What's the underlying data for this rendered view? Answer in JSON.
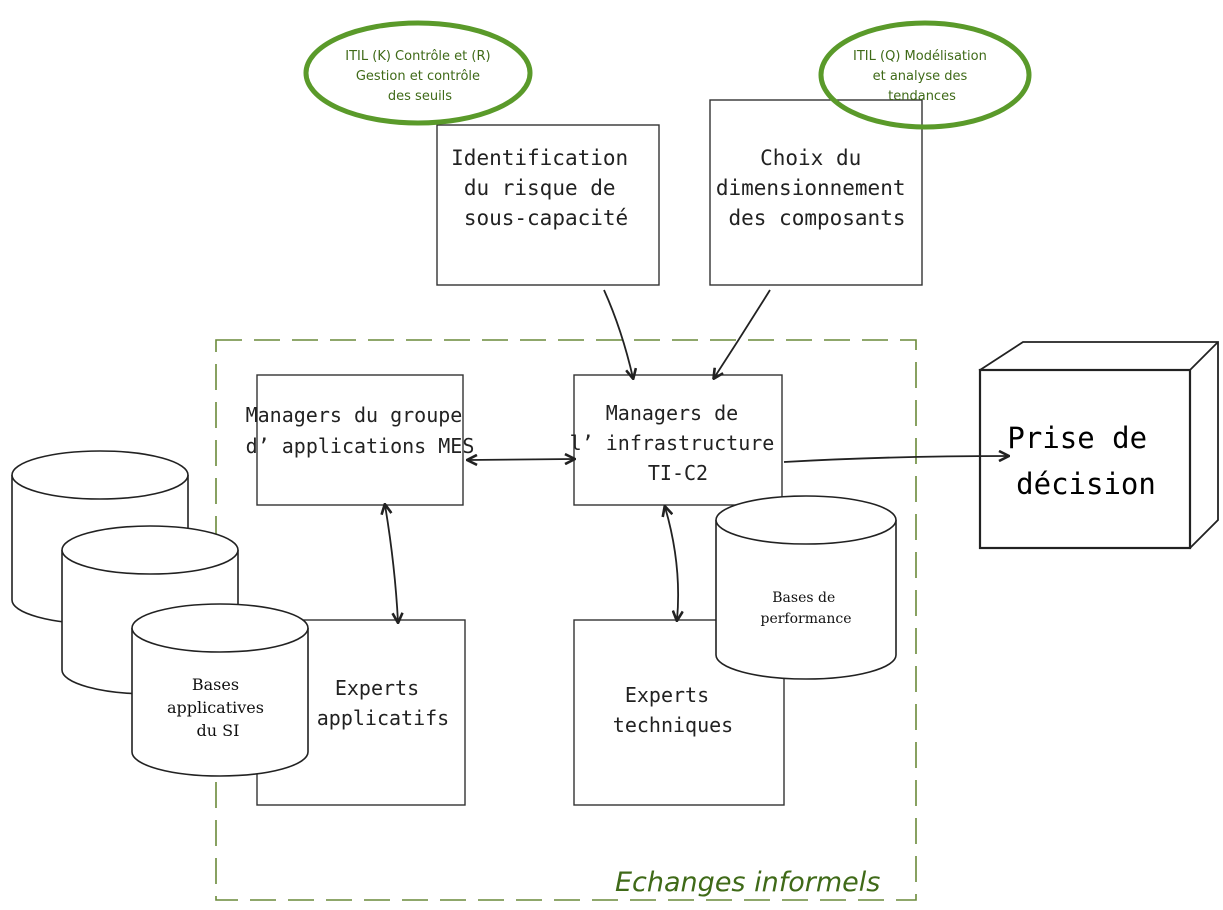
{
  "badges": {
    "left": {
      "lines": [
        "ITIL (K) Contrôle et (R)",
        "Gestion et contrôle",
        "des seuils"
      ]
    },
    "right": {
      "lines": [
        "ITIL (Q) Modélisation",
        "et analyse des",
        "tendances"
      ]
    }
  },
  "boxes": {
    "identification": {
      "lines": [
        "Identification",
        "du risque de",
        "sous-capacité"
      ]
    },
    "choix": {
      "lines": [
        "Choix du",
        "dimensionnement",
        "des composants"
      ]
    },
    "managers_mes": {
      "lines": [
        "Managers du groupe",
        "d’ applications MES"
      ]
    },
    "managers_infra": {
      "lines": [
        "Managers de",
        "l’ infrastructure",
        "TI-C2"
      ]
    },
    "experts_applicatifs": {
      "lines": [
        "Experts",
        "applicatifs"
      ]
    },
    "experts_techniques": {
      "lines": [
        "Experts",
        "techniques"
      ]
    }
  },
  "databases": {
    "bases_applicatives": {
      "lines": [
        "Bases",
        "applicatives",
        "du SI"
      ]
    },
    "bases_performance": {
      "lines": [
        "Bases de",
        "performance"
      ]
    }
  },
  "decision": {
    "lines": [
      "Prise de",
      "décision"
    ]
  },
  "zone": {
    "label": "Echanges informels"
  },
  "colors": {
    "green": "#5a9a2a",
    "dash": "#6a8a3a",
    "ink": "#222222"
  }
}
